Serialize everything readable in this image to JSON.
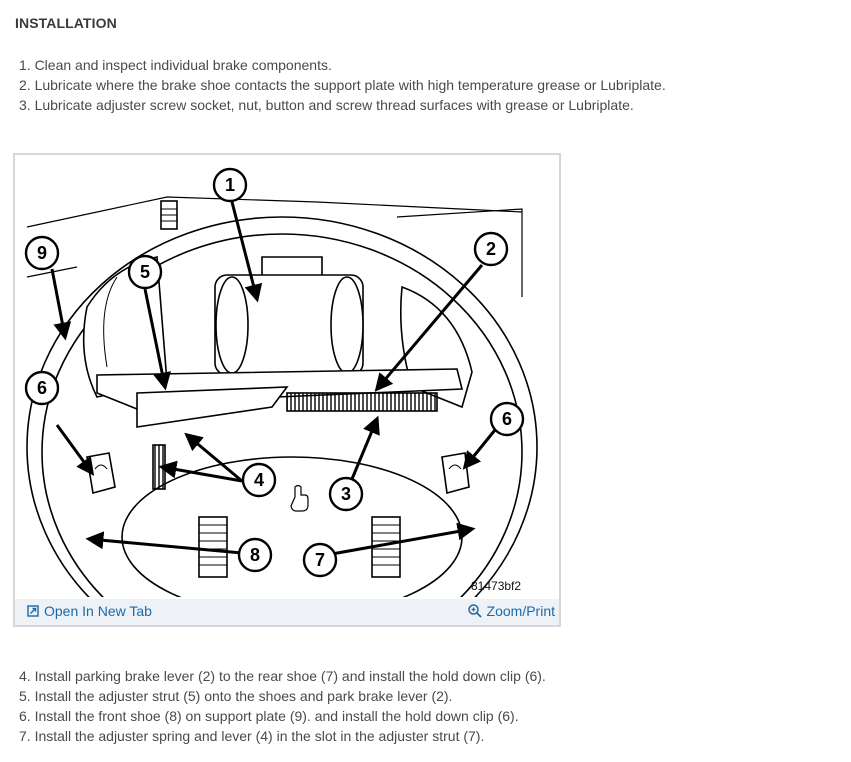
{
  "section": {
    "heading": "INSTALLATION"
  },
  "steps_before": [
    "1. Clean and inspect individual brake components.",
    "2. Lubricate where the brake shoe contacts the support plate with high temperature grease or Lubriplate.",
    "3. Lubricate adjuster screw socket, nut, button and screw thread surfaces with grease or Lubriplate."
  ],
  "figure": {
    "callouts": [
      "1",
      "2",
      "3",
      "4",
      "5",
      "6",
      "6",
      "7",
      "8",
      "9"
    ],
    "code": "81473bf2",
    "open_tab_label": "Open In New Tab",
    "open_tab_icon": "open-new-tab-icon",
    "zoom_label": "Zoom/Print",
    "zoom_icon": "magnifier-plus-icon",
    "link_color": "#1a6aa8",
    "footer_bg": "#eef2f6"
  },
  "steps_after": [
    "4. Install parking brake lever (2) to the rear shoe (7) and install the hold down clip (6).",
    "5. Install the adjuster strut (5) onto the shoes and park brake lever (2).",
    "6. Install the front shoe (8) on support plate (9). and install the hold down clip (6).",
    "7. Install the adjuster spring and lever (4) in the slot in the adjuster strut (7)."
  ]
}
